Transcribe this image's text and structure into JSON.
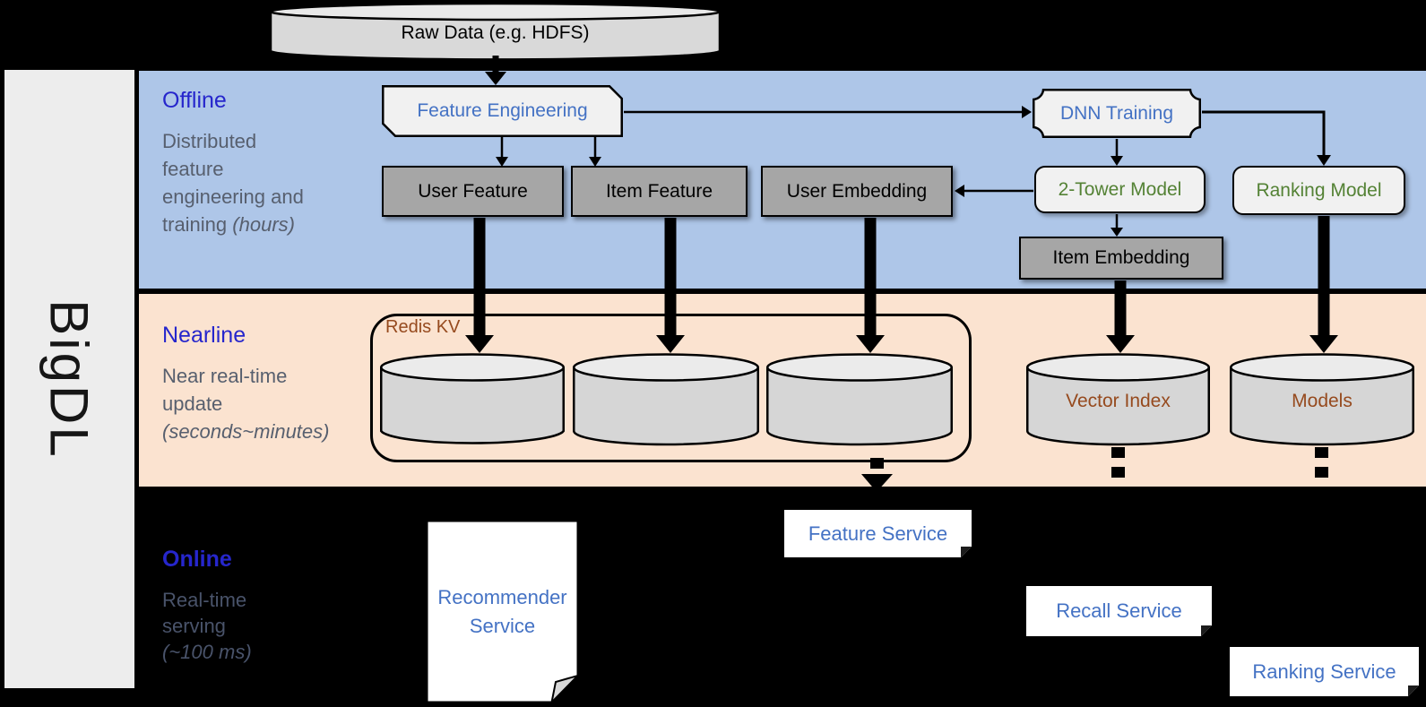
{
  "brand": "BigDL",
  "raw_data_label": "Raw Data (e.g. HDFS)",
  "sections": {
    "offline": {
      "label": "Offline",
      "line1": "Distributed",
      "line2": "feature",
      "line3": "engineering and",
      "line4": "training ",
      "line4_italic": "(hours)"
    },
    "nearline": {
      "label": "Nearline",
      "line1": "Near real-time",
      "line2": "update",
      "line3_italic": "(seconds~minutes)"
    },
    "online": {
      "label": "Online",
      "line1": "Real-time",
      "line2": "serving",
      "line3_italic": "(~100 ms)"
    }
  },
  "nodes": {
    "feature_engineering": "Feature Engineering",
    "dnn_training": "DNN Training",
    "user_feature": "User Feature",
    "item_feature": "Item Feature",
    "user_embedding": "User Embedding",
    "two_tower_model": "2-Tower Model",
    "ranking_model": "Ranking Model",
    "item_embedding": "Item Embedding",
    "redis_kv": "Redis KV",
    "vector_index": "Vector Index",
    "models": "Models",
    "recommender_service": "Recommender Service",
    "feature_service": "Feature Service",
    "recall_service": "Recall Service",
    "ranking_service": "Ranking Service"
  },
  "colors": {
    "offline_band": "#aec6e8",
    "nearline_band": "#fbe3d0",
    "label_blue": "#2626cc",
    "node_blue": "#4472c4",
    "node_green": "#548235",
    "node_brown": "#964a1e",
    "desc_gray": "#575f6e",
    "gray_box": "#a6a6a6",
    "light_box": "#f1f1f1"
  }
}
